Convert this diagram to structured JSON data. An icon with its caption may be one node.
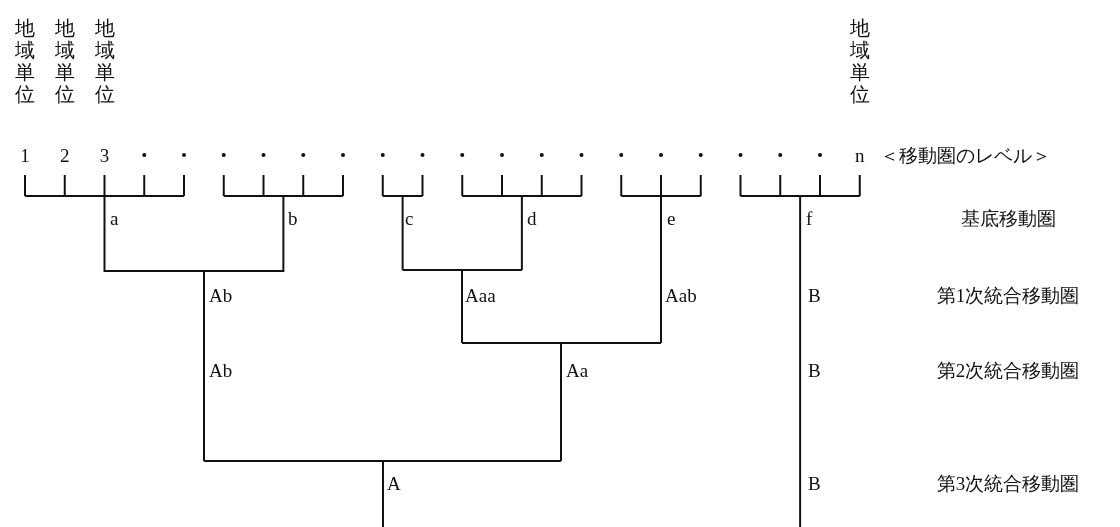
{
  "diagram": {
    "labels": [
      "地域単位",
      "地域単位",
      "地域単位",
      "地域単位",
      "1",
      "2",
      "3",
      "n",
      "＜移動圏のレベル＞",
      "a",
      "b",
      "c",
      "d",
      "e",
      "f",
      "基底移動圏",
      "Ab",
      "Aaa",
      "Aab",
      "B",
      "第1次統合移動圏",
      "Ab",
      "Aa",
      "B",
      "第2次統合移動圏",
      "A",
      "B",
      "第3次統合移動圏"
    ]
  }
}
